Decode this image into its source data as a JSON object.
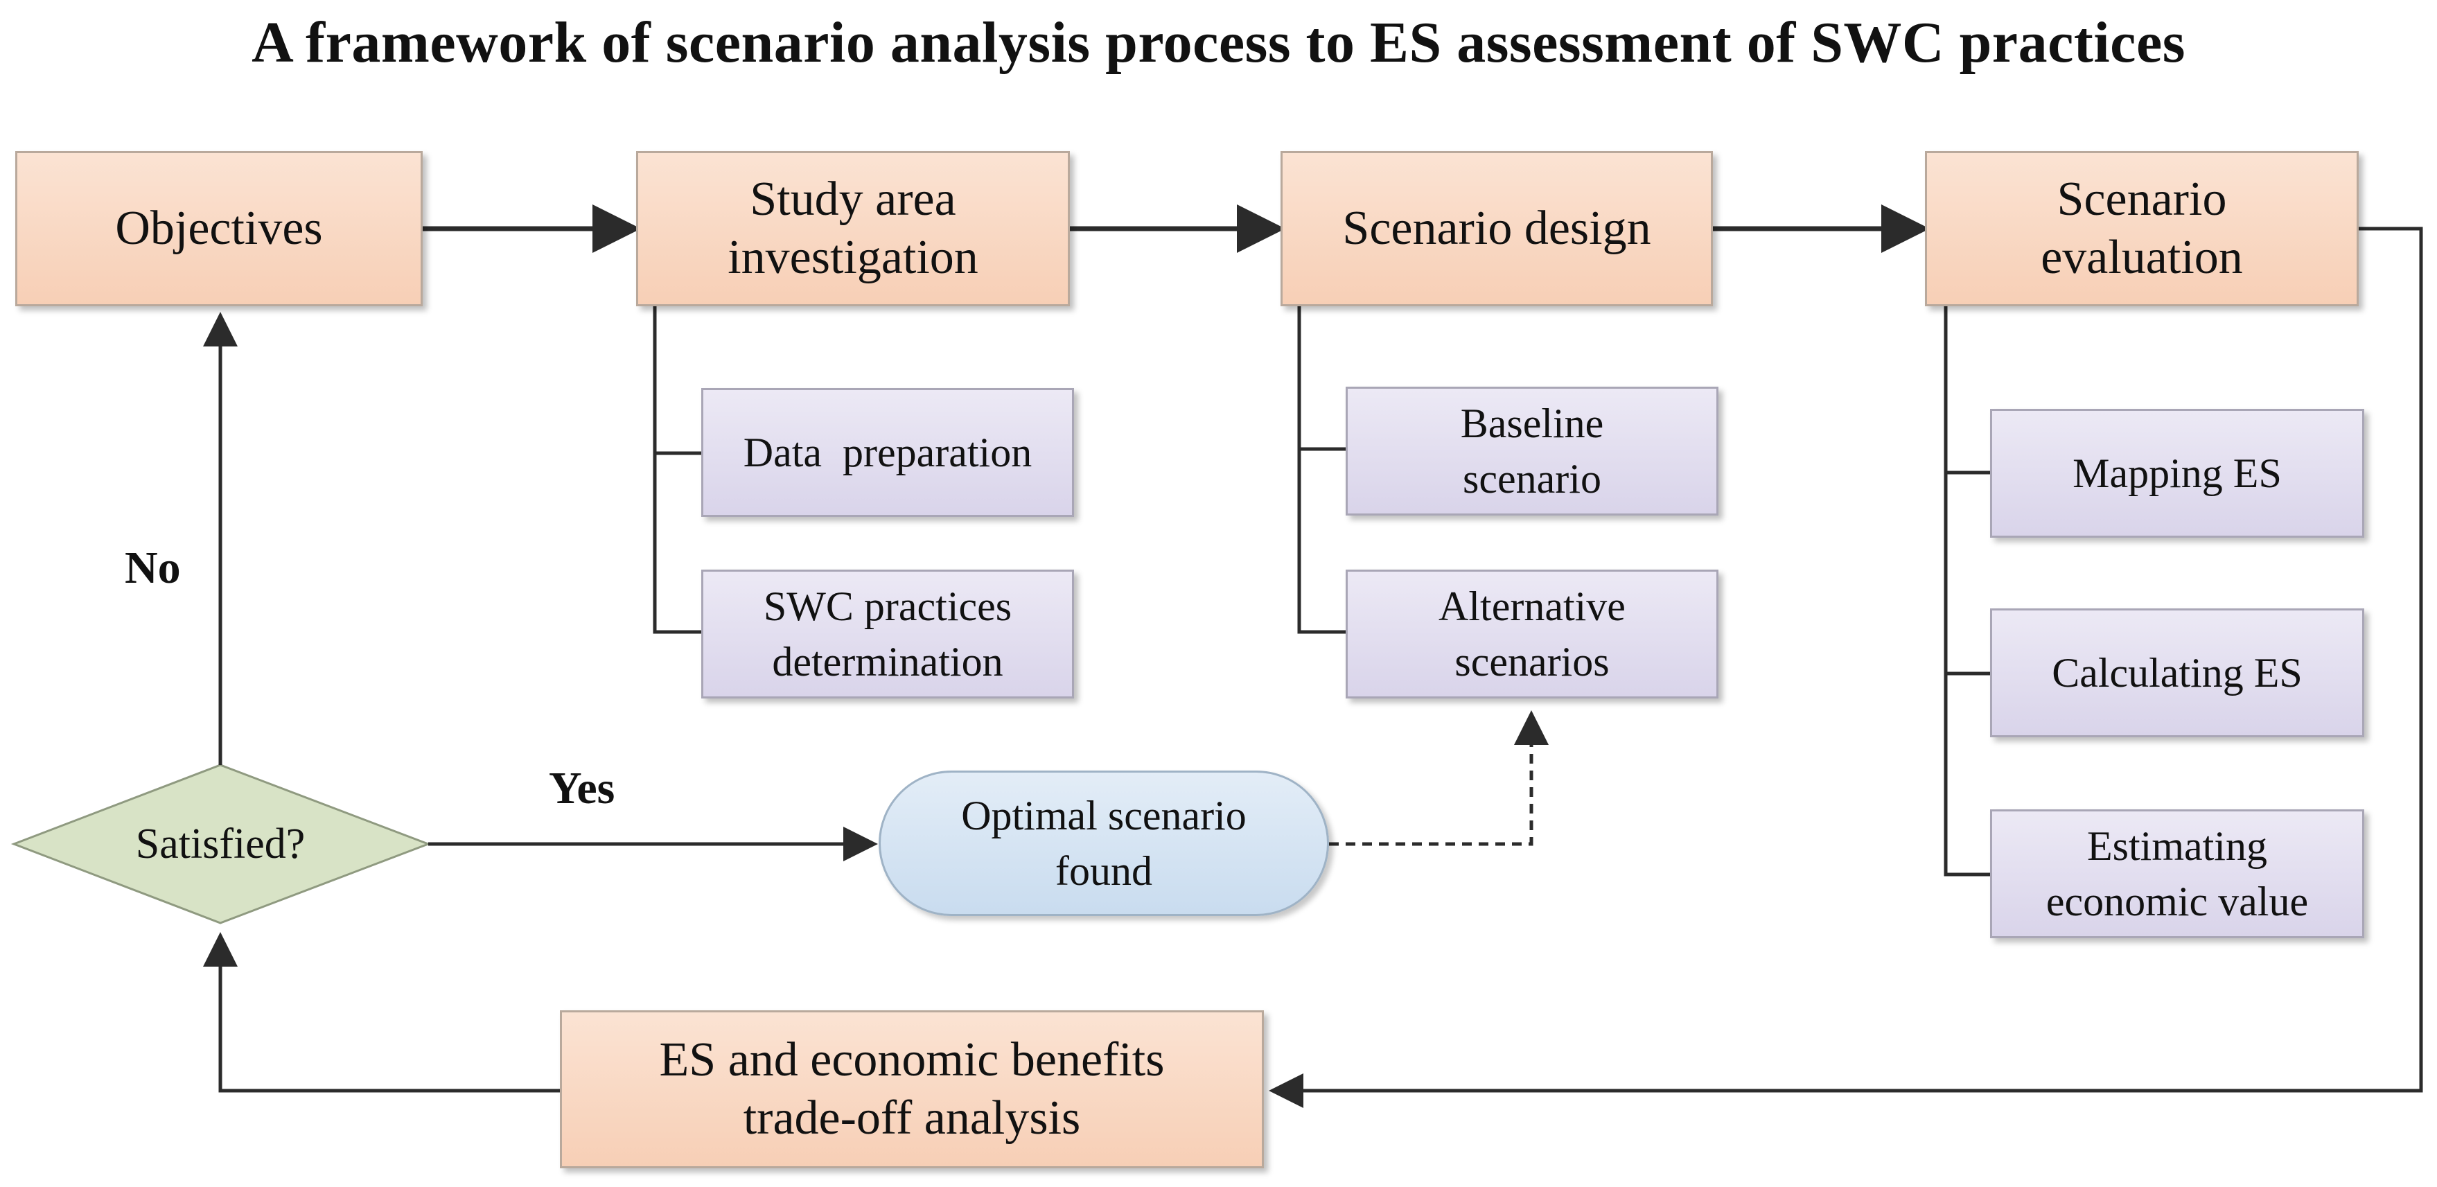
{
  "title": "A framework of scenario analysis process to ES assessment of SWC practices",
  "nodes": {
    "objectives": "Objectives",
    "study_area": [
      "Study area",
      "investigation"
    ],
    "scenario_design": "Scenario design",
    "scenario_evaluation": [
      "Scenario",
      "evaluation"
    ],
    "data_preparation": "Data  preparation",
    "swc_practices": [
      "SWC practices",
      "determination"
    ],
    "baseline": [
      "Baseline",
      "scenario"
    ],
    "alternative": [
      "Alternative",
      "scenarios"
    ],
    "mapping_es": "Mapping ES",
    "calculating_es": "Calculating ES",
    "estimating": [
      "Estimating",
      "economic value"
    ],
    "optimal": [
      "Optimal scenario",
      "found"
    ],
    "tradeoff": [
      "ES and economic benefits",
      "trade-off analysis"
    ],
    "satisfied": "Satisfied?"
  },
  "edge_labels": {
    "no": "No",
    "yes": "Yes"
  },
  "colors": {
    "main_box": "#f7cfb6",
    "sub_box": "#d9d4ea",
    "pill": "#c9dcef",
    "diamond": "#d8e3c6",
    "line": "#2b2b2b"
  }
}
